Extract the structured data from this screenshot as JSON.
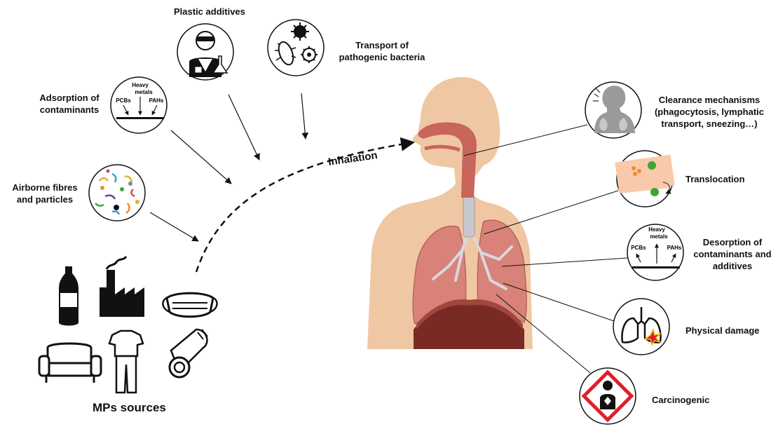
{
  "colors": {
    "skin": "#f0c7a3",
    "lung": "#d9827a",
    "airway": "#c9655b",
    "diaphragm": "#7a2a25",
    "ink": "#111111",
    "hazard_red": "#e01f26",
    "particle_green": "#3fa535",
    "particle_orange": "#f28a2e"
  },
  "left": {
    "plastic_additives": "Plastic additives",
    "transport_bacteria_line1": "Transport of",
    "transport_bacteria_line2": "pathogenic bacteria",
    "adsorption_line1": "Adsorption of",
    "adsorption_line2": "contaminants",
    "airborne_line1": "Airborne fibres",
    "airborne_line2": "and particles",
    "mps_sources": "MPs sources",
    "inhalation": "Inhalation"
  },
  "adsorption_icon": {
    "heavy": "Heavy",
    "metals": "metals",
    "pcbs": "PCBs",
    "pahs": "PAHs"
  },
  "desorption_icon": {
    "heavy": "Heavy",
    "metals": "metals",
    "pcbs": "PCBs",
    "pahs": "PAHs"
  },
  "right": {
    "clearance_line1": "Clearance mechanisms",
    "clearance_line2": "(phagocytosis, lymphatic",
    "clearance_line3": "transport, sneezing…)",
    "translocation": "Translocation",
    "desorption_line1": "Desorption of",
    "desorption_line2": "contaminants and",
    "desorption_line3": "additives",
    "physical_damage": "Physical damage",
    "carcinogenic": "Carcinogenic"
  },
  "icons": [
    "scientist-icon",
    "bacteria-icon",
    "contaminant-adsorption-icon",
    "particles-icon",
    "bottle-icon",
    "factory-icon",
    "face-mask-icon",
    "sofa-icon",
    "clothes-icon",
    "carpet-roll-icon",
    "clearance-icon",
    "translocation-icon",
    "desorption-icon",
    "damaged-lung-icon",
    "health-hazard-icon"
  ]
}
